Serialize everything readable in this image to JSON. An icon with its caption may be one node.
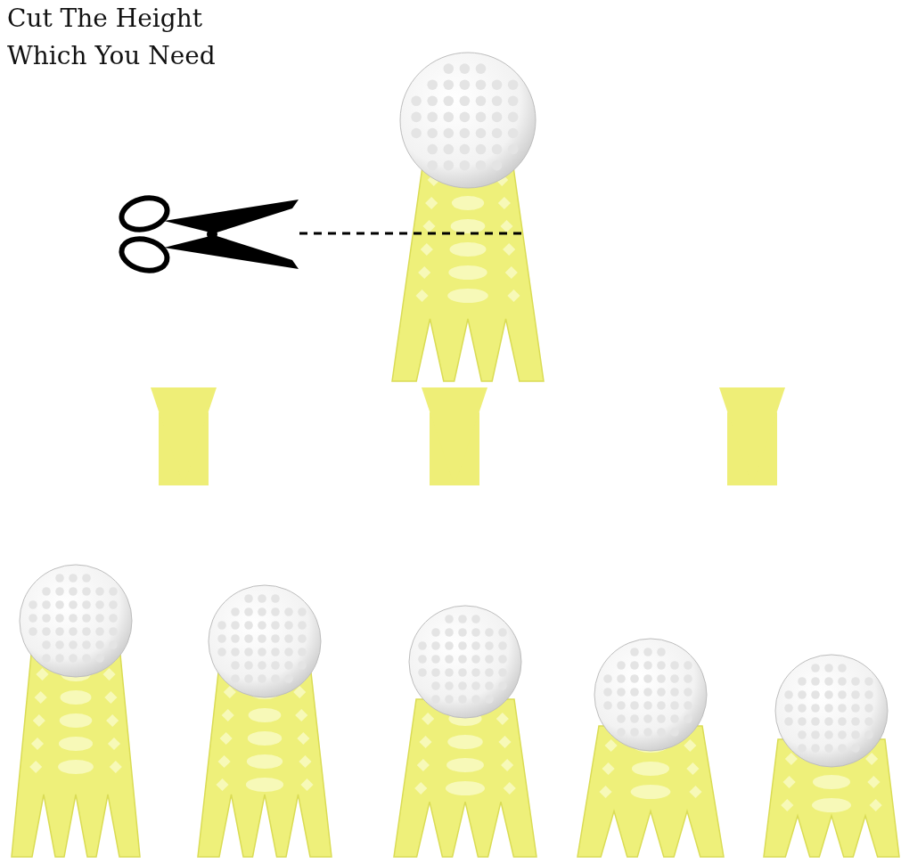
{
  "diagram": {
    "title": "Cut The Height Which You Need",
    "nodes": [
      {
        "text": [],
        "shape": "picture"
      },
      {
        "text": [],
        "shape": "picture"
      },
      {
        "text": [],
        "shape": "picture"
      },
      {
        "text": [],
        "shape": "picture"
      },
      {
        "text": [],
        "shape": "picture"
      },
      {
        "text": [],
        "shape": "picture"
      },
      {
        "text": [],
        "shape": "picture"
      }
    ],
    "edges": [
      {
        "from": 0,
        "to": 1,
        "arrow": "none",
        "style": "dashed",
        "color": "#000000"
      },
      {
        "from": null,
        "to": 2,
        "arrow": "to"
      },
      {
        "from": null,
        "to": 4,
        "arrow": "to"
      },
      {
        "from": null,
        "to": 5,
        "arrow": "to"
      }
    ]
  }
}
